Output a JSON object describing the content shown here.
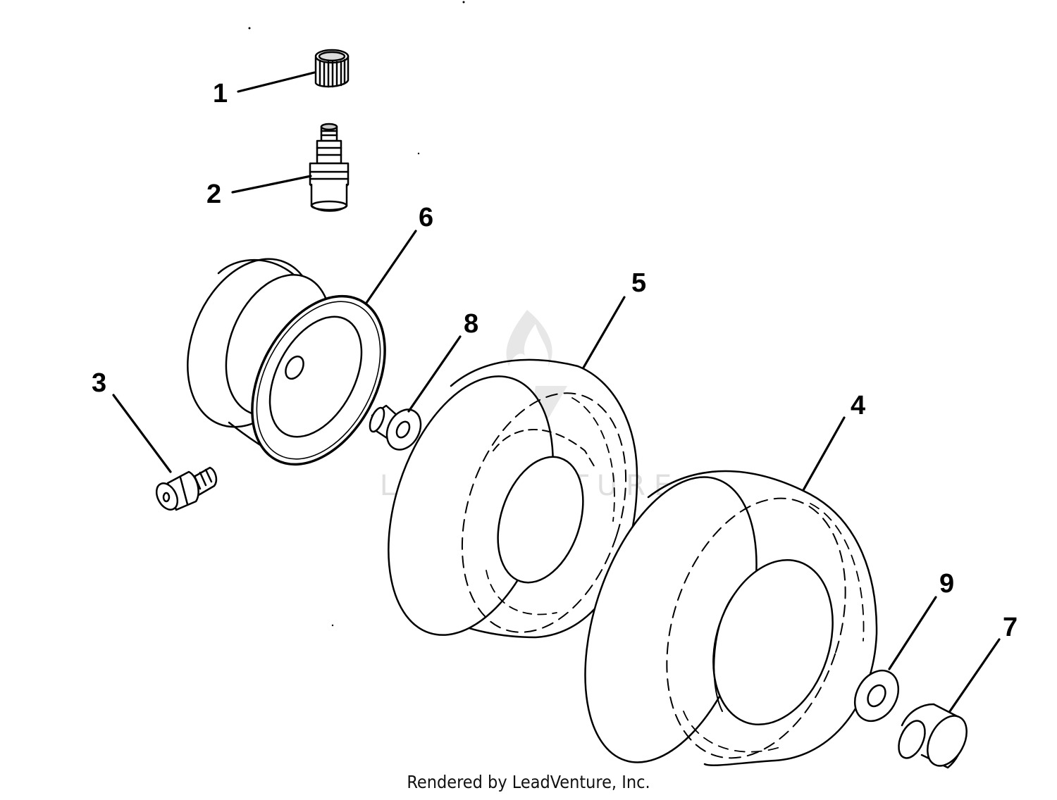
{
  "watermark": {
    "text": "LEADVENTURE"
  },
  "footer": {
    "text": "Rendered by LeadVenture, Inc."
  },
  "callouts": [
    {
      "id": "1",
      "label": "1"
    },
    {
      "id": "2",
      "label": "2"
    },
    {
      "id": "3",
      "label": "3"
    },
    {
      "id": "4",
      "label": "4"
    },
    {
      "id": "5",
      "label": "5"
    },
    {
      "id": "6",
      "label": "6"
    },
    {
      "id": "7",
      "label": "7"
    },
    {
      "id": "8",
      "label": "8"
    },
    {
      "id": "9",
      "label": "9"
    }
  ],
  "colors": {
    "line": "#000000",
    "watermark": "#dcdcdc",
    "background": "#ffffff"
  }
}
